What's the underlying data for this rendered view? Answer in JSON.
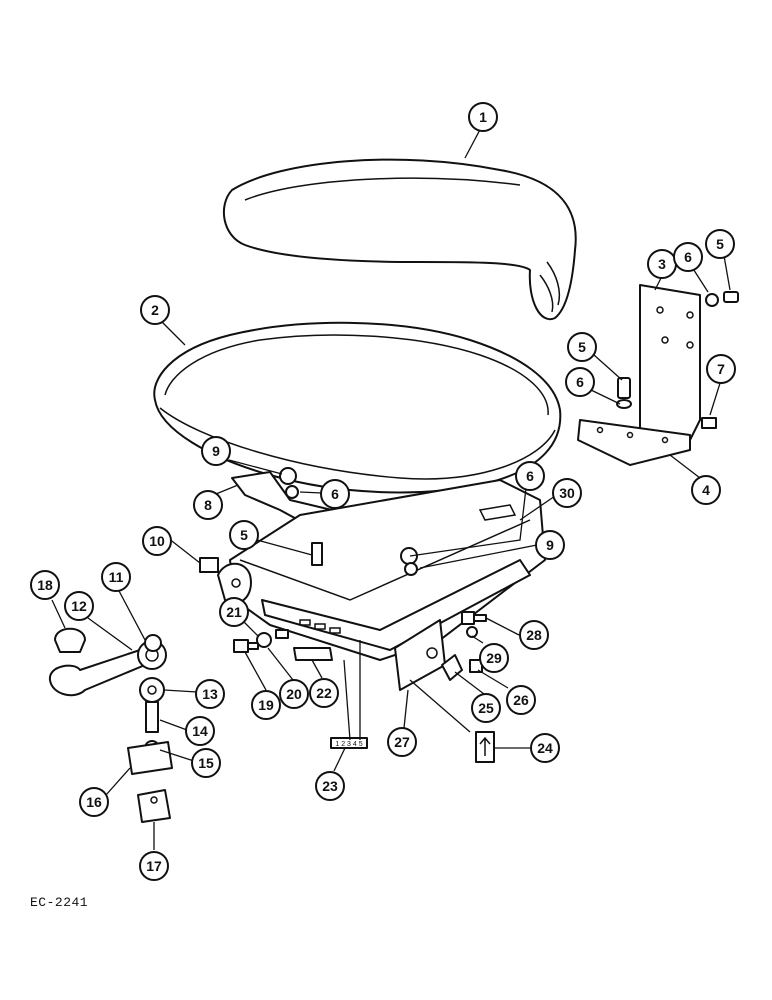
{
  "callouts": [
    {
      "id": "1",
      "label": "1"
    },
    {
      "id": "2",
      "label": "2"
    },
    {
      "id": "3",
      "label": "3"
    },
    {
      "id": "4",
      "label": "4"
    },
    {
      "id": "5a",
      "label": "5"
    },
    {
      "id": "5b",
      "label": "5"
    },
    {
      "id": "5c",
      "label": "5"
    },
    {
      "id": "6a",
      "label": "6"
    },
    {
      "id": "6b",
      "label": "6"
    },
    {
      "id": "6c",
      "label": "6"
    },
    {
      "id": "6d",
      "label": "6"
    },
    {
      "id": "7",
      "label": "7"
    },
    {
      "id": "8",
      "label": "8"
    },
    {
      "id": "9a",
      "label": "9"
    },
    {
      "id": "9b",
      "label": "9"
    },
    {
      "id": "10",
      "label": "10"
    },
    {
      "id": "11",
      "label": "11"
    },
    {
      "id": "12",
      "label": "12"
    },
    {
      "id": "13",
      "label": "13"
    },
    {
      "id": "14",
      "label": "14"
    },
    {
      "id": "15",
      "label": "15"
    },
    {
      "id": "16",
      "label": "16"
    },
    {
      "id": "17",
      "label": "17"
    },
    {
      "id": "18",
      "label": "18"
    },
    {
      "id": "19",
      "label": "19"
    },
    {
      "id": "20",
      "label": "20"
    },
    {
      "id": "21",
      "label": "21"
    },
    {
      "id": "22",
      "label": "22"
    },
    {
      "id": "23",
      "label": "23"
    },
    {
      "id": "24",
      "label": "24"
    },
    {
      "id": "25",
      "label": "25"
    },
    {
      "id": "26",
      "label": "26"
    },
    {
      "id": "27",
      "label": "27"
    },
    {
      "id": "28",
      "label": "28"
    },
    {
      "id": "29",
      "label": "29"
    },
    {
      "id": "30",
      "label": "30"
    }
  ],
  "scale_decal_text": "1 2 3 4 5",
  "reference_code": "EC-2241"
}
